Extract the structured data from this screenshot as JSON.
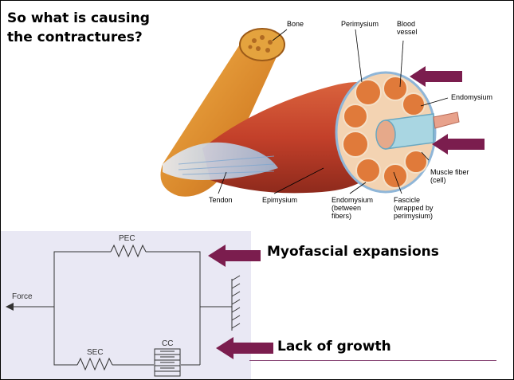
{
  "slide": {
    "title_line1": "So what is causing",
    "title_line2": "the contractures?",
    "label_myofascial": "Myofascial expansions",
    "label_growth": "Lack of growth"
  },
  "muscle_figure": {
    "labels": {
      "bone": "Bone",
      "perimysium": "Perimysium",
      "blood_vessel_1": "Blood",
      "blood_vessel_2": "vessel",
      "endomysium": "Endomysium",
      "muscle_fiber_1": "Muscle fiber",
      "muscle_fiber_2": "(cell)",
      "tendon": "Tendon",
      "epimysium": "Epimysium",
      "endomysium_b1": "Endomysium",
      "endomysium_b2": "(between",
      "endomysium_b3": "fibers)",
      "fascicle_1": "Fascicle",
      "fascicle_2": "(wrapped by",
      "fascicle_3": "perimysium)"
    }
  },
  "mechanics_figure": {
    "labels": {
      "pec": "PEC",
      "force": "Force",
      "sec": "SEC",
      "cc": "CC"
    }
  },
  "colors": {
    "arrow": "#7b1d4e",
    "muscle": "#c8462a",
    "diagram_bg": "#e9e8f4"
  }
}
